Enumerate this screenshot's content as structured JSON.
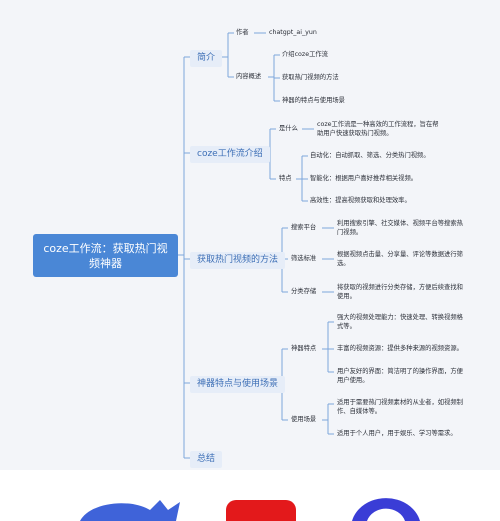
{
  "root": "coze工作流：获取热门视频神器",
  "branches": {
    "intro": "简介",
    "coze": "coze工作流介绍",
    "method": "获取热门视频的方法",
    "features": "神器特点与使用场景",
    "summary": "总结"
  },
  "intro": {
    "author_label": "作者",
    "author_value": "chatgpt_ai_yun",
    "overview_label": "内容概述",
    "overview_items": [
      "介绍coze工作流",
      "获取热门视频的方法",
      "神器的特点与使用场景"
    ]
  },
  "coze": {
    "what_label": "是什么",
    "what_text": "coze工作流是一种高效的工作流程，旨在帮助用户快速获取热门视频。",
    "features_label": "特点",
    "features_items": [
      "自动化：自动抓取、筛选、分类热门视频。",
      "智能化：根据用户喜好推荐相关视频。",
      "高效性：提高视频获取和处理效率。"
    ]
  },
  "method": {
    "search_label": "搜索平台",
    "search_text": "利用搜索引擎、社交媒体、视频平台等搜索热门视频。",
    "filter_label": "筛选标准",
    "filter_text": "根据视频点击量、分享量、评论等数据进行筛选。",
    "store_label": "分类存储",
    "store_text": "将获取的视频进行分类存储，方便后续查找和使用。"
  },
  "features": {
    "feat_label": "神器特点",
    "feat_items": [
      "强大的视频处理能力：快速处理、转换视频格式等。",
      "丰富的视频资源：提供多种来源的视频资源。",
      "用户友好的界面：简洁明了的操作界面，方便用户使用。"
    ],
    "scene_label": "使用场景",
    "scene_items": [
      "适用于需要热门视频素材的从业者，如视频制作、自媒体等。",
      "适用于个人用户，用于娱乐、学习等需求。"
    ]
  },
  "colors": {
    "accent": "#4a87d6",
    "line": "#7ea6dc",
    "branch_bg": "#e6edf8"
  }
}
